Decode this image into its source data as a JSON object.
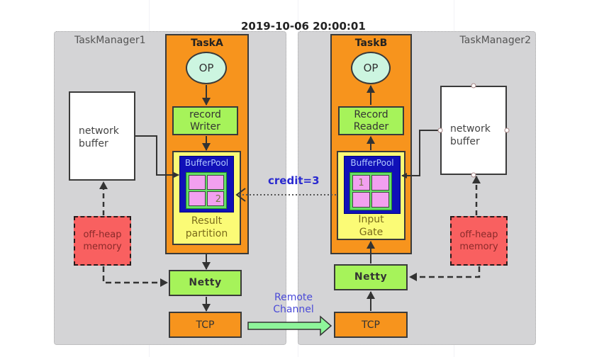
{
  "timestamp": "2019-10-06 20:00:01",
  "task_manager_1": {
    "label": "TaskManager1",
    "network_buffer": "network buffer",
    "off_heap": "off-heap memory",
    "task": {
      "title": "TaskA",
      "op": "OP",
      "writer": [
        "record",
        "Writer"
      ],
      "buffer_pool": "BufferPool",
      "cells": [
        "",
        "",
        "",
        "2"
      ],
      "partition": [
        "Result",
        "partition"
      ]
    },
    "netty": "Netty",
    "tcp": "TCP"
  },
  "task_manager_2": {
    "label": "TaskManager2",
    "network_buffer": "network buffer",
    "off_heap": "off-heap memory",
    "task": {
      "title": "TaskB",
      "op": "OP",
      "reader": [
        "Record",
        "Reader"
      ],
      "buffer_pool": "BufferPool",
      "cells": [
        "1",
        "",
        "",
        ""
      ],
      "gate": [
        "Input",
        "Gate"
      ]
    },
    "netty": "Netty",
    "tcp": "TCP"
  },
  "credit_label": "credit=3",
  "remote_channel": [
    "Remote",
    "Channel"
  ],
  "colors": {
    "task_orange": "#f7941d",
    "component_green": "#a6f35a",
    "partition_yellow": "#fbfb76",
    "buffer_pool_blue": "#1010b8",
    "buffer_cell_pink": "#f2a0f0",
    "off_heap_red": "#f96060",
    "op_mint": "#ccf5e0",
    "credit_text_blue": "#2a2ad0"
  }
}
